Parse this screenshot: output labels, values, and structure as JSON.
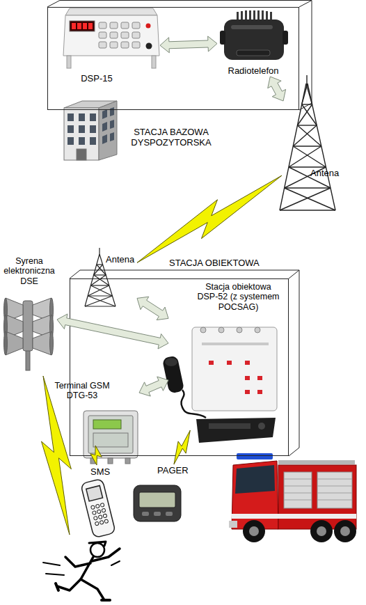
{
  "diagram": {
    "nodes": [
      {
        "text": [
          "STACJA BAZOWA DYSPOZYTORSKA"
        ]
      },
      {
        "text": [
          "DSP-15"
        ],
        "in": 0
      },
      {
        "text": [
          "Radiotelefon"
        ],
        "in": 0
      },
      {
        "text": [
          "Antena"
        ]
      },
      {
        "text": [
          "Syrena elektroniczna DSE"
        ]
      },
      {
        "text": [
          "Antena"
        ]
      },
      {
        "text": [
          "STACJA OBIEKTOWA"
        ]
      },
      {
        "text": [
          "Stacja obiektowa DSP-52 (z systemem POCSAG)"
        ],
        "in": 6
      },
      {
        "text": [
          "Terminal GSM DTG-53"
        ],
        "in": 6
      },
      {
        "text": [
          "SMS"
        ]
      },
      {
        "text": [
          "PAGER"
        ]
      }
    ],
    "edges": [
      {
        "from": 1,
        "to": 2,
        "arrow": "both"
      },
      {
        "from": 2,
        "to": 3,
        "arrow": "both"
      },
      {
        "from": 3,
        "to": 5,
        "arrow": "none"
      },
      {
        "from": 5,
        "to": 7,
        "arrow": "both"
      },
      {
        "from": 4,
        "to": 7,
        "arrow": "both"
      },
      {
        "from": 8,
        "to": 7,
        "arrow": "both"
      },
      {
        "from": 8,
        "to": 9,
        "arrow": "none"
      },
      {
        "from": 7,
        "to": 10,
        "arrow": "none"
      }
    ]
  }
}
